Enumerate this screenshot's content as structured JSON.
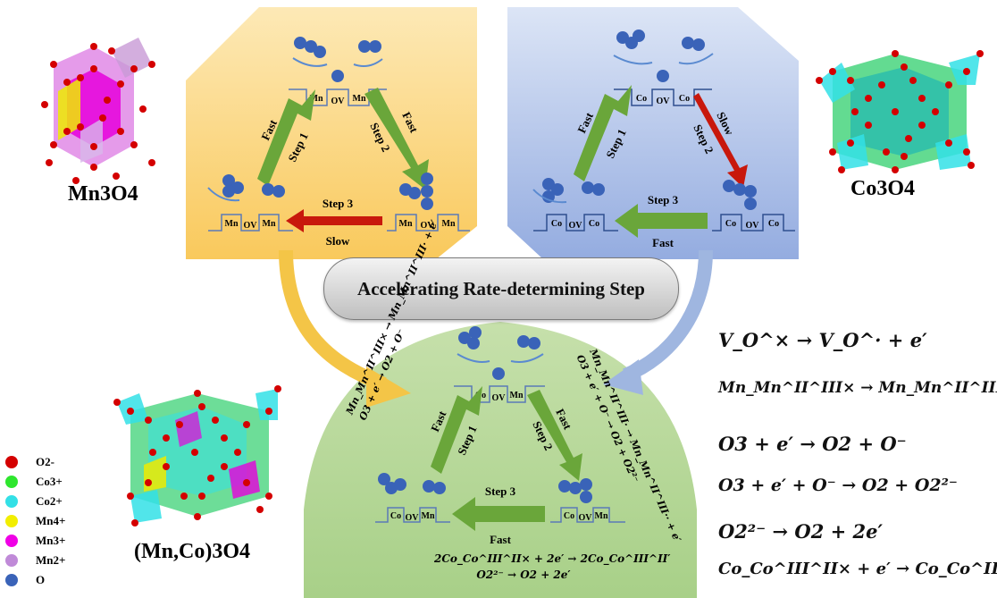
{
  "materials": {
    "mn3o4": "Mn3O4",
    "co3o4": "Co3O4",
    "mnco3o4": "(Mn,Co)3O4"
  },
  "banner": "Accelerating Rate-determining Step",
  "mn_cycle": {
    "step1": "Step 1",
    "step1_speed": "Fast",
    "step2": "Step 2",
    "step2_speed": "Fast",
    "step3": "Step 3",
    "step3_speed": "Slow",
    "site_metal": "Mn",
    "site_vacancy": "OV"
  },
  "co_cycle": {
    "step1": "Step 1",
    "step1_speed": "Fast",
    "step2": "Step 2",
    "step2_speed": "Slow",
    "step3": "Step 3",
    "step3_speed": "Fast",
    "site_metal": "Co",
    "site_vacancy": "OV"
  },
  "mix_cycle": {
    "step1": "Step 1",
    "step1_speed": "Fast",
    "step2": "Step 2",
    "step2_speed": "Fast",
    "step3": "Step 3",
    "step3_speed": "Fast",
    "site_left": "Co",
    "site_vacancy": "OV",
    "site_right": "Mn",
    "eq_left_1": "Mn_Mn^II^III× → Mn_Mn^II^III· + e′",
    "eq_left_2": "O3 + e′ → O2 + O⁻",
    "eq_right_1": "Mn_Mn^II^III· → Mn_Mn^II^III·· + e′",
    "eq_right_2": "O3 + e′ + O⁻ → O2 + O2²⁻",
    "eq_bottom_1": "2Co_Co^III^II× + 2e′ → 2Co_Co^III^II′",
    "eq_bottom_2": "O2²⁻ → O2 + 2e′"
  },
  "legend": [
    {
      "label": "O2-",
      "color": "#d40000"
    },
    {
      "label": "Co3+",
      "color": "#2ee62e"
    },
    {
      "label": "Co2+",
      "color": "#33e0e6"
    },
    {
      "label": "Mn4+",
      "color": "#f2ee00"
    },
    {
      "label": "Mn3+",
      "color": "#f000e6"
    },
    {
      "label": "Mn2+",
      "color": "#c08ad8"
    },
    {
      "label": "O",
      "color": "#3a63b8"
    }
  ],
  "equations": [
    "V_O^× → V_O^· + e′",
    "Mn_Mn^II^III× → Mn_Mn^II^III· + e′",
    "O3 + e′ → O2 + O⁻",
    "O3 + e′ + O⁻ → O2 + O2²⁻",
    "O2²⁻ → O2 + 2e′",
    "Co_Co^III^II× + e′ → Co_Co^III^II′"
  ],
  "colors": {
    "mn_panel": "#fbd57a",
    "co_panel": "#a9bde6",
    "mix_panel": "#b8d99a",
    "fast_arrow": "#6aa63a",
    "slow_arrow": "#c8180c",
    "o_atom": "#3a63b8"
  }
}
